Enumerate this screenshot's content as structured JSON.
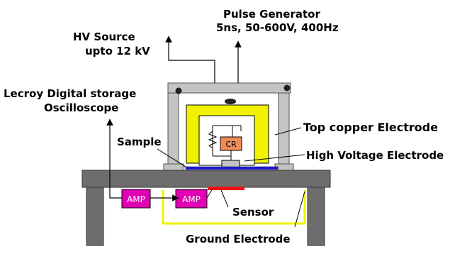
{
  "labels": {
    "pulse_generator_line1": "Pulse Generator",
    "pulse_generator_line2": "5ns, 50-600V, 400Hz",
    "hv_source_line1": "HV Source",
    "hv_source_line2": "upto 12 kV",
    "oscilloscope_line1": "Lecroy Digital storage",
    "oscilloscope_line2": "Oscilloscope",
    "top_electrode": "Top  copper Electrode",
    "sample": "Sample",
    "high_voltage_electrode": "High Voltage Electrode",
    "sensor": "Sensor",
    "ground_electrode": "Ground Electrode"
  },
  "components": {
    "cr": "CR",
    "amp_1": "AMP",
    "amp_2": "AMP"
  },
  "colors": {
    "yellow_electrode": "#f2f200",
    "frame_gray": "#c4c4c4",
    "table_gray": "#6d6d6d",
    "amp_magenta": "#e100b4",
    "cr_orange": "#f08a5a",
    "sample_blue": "#1a1acc",
    "sensor_red": "#ee1111"
  }
}
